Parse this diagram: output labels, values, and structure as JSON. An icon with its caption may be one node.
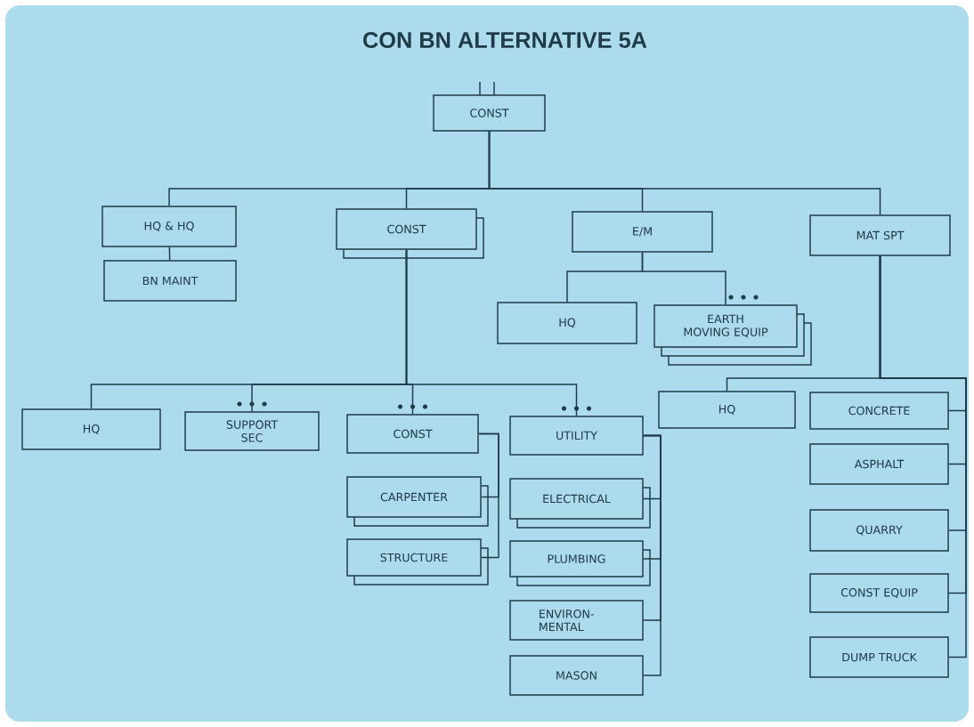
{
  "diagram": {
    "title": "CON BN ALTERNATIVE 5A",
    "nodes": [
      {
        "text": [
          "CONST"
        ]
      },
      {
        "text": [
          "HQ & HQ"
        ]
      },
      {
        "text": [
          "BN MAINT"
        ]
      },
      {
        "text": [
          "CONST"
        ]
      },
      {
        "text": [
          "E/M"
        ]
      },
      {
        "text": [
          "MAT SPT"
        ]
      },
      {
        "text": [
          "HQ"
        ]
      },
      {
        "text": [
          "EARTH MOVING EQUIP"
        ]
      },
      {
        "text": [
          "HQ"
        ]
      },
      {
        "text": [
          "CONCRETE"
        ]
      },
      {
        "text": [
          "ASPHALT"
        ]
      },
      {
        "text": [
          "QUARRY"
        ]
      },
      {
        "text": [
          "CONST EQUIP"
        ]
      },
      {
        "text": [
          "DUMP TRUCK"
        ]
      },
      {
        "text": [
          "HQ"
        ]
      },
      {
        "text": [
          "SUPPORT SEC"
        ]
      },
      {
        "text": [
          "CONST"
        ]
      },
      {
        "text": [
          "CARPENTER"
        ]
      },
      {
        "text": [
          "STRUCTURE"
        ]
      },
      {
        "text": [
          "UTILITY"
        ]
      },
      {
        "text": [
          "ELECTRICAL"
        ]
      },
      {
        "text": [
          "PLUMBING"
        ]
      },
      {
        "text": [
          "ENVIRON-MENTAL"
        ]
      },
      {
        "text": [
          "MASON"
        ]
      }
    ],
    "edges": [
      {
        "from": 0,
        "to": 1,
        "arrow": "none"
      },
      {
        "from": 0,
        "to": 3,
        "arrow": "none"
      },
      {
        "from": 0,
        "to": 4,
        "arrow": "none"
      },
      {
        "from": 0,
        "to": 5,
        "arrow": "none"
      },
      {
        "from": 1,
        "to": 2,
        "arrow": "none"
      },
      {
        "from": 3,
        "to": 14,
        "arrow": "none"
      },
      {
        "from": 3,
        "to": 15,
        "arrow": "none"
      },
      {
        "from": 3,
        "to": 16,
        "arrow": "none"
      },
      {
        "from": 3,
        "to": 19,
        "arrow": "none"
      },
      {
        "from": 4,
        "to": 6,
        "arrow": "none"
      },
      {
        "from": 4,
        "to": 7,
        "arrow": "none"
      },
      {
        "from": 5,
        "to": 8,
        "arrow": "none"
      },
      {
        "from": 5,
        "to": 9,
        "arrow": "none"
      },
      {
        "from": 5,
        "to": 10,
        "arrow": "none"
      },
      {
        "from": 5,
        "to": 11,
        "arrow": "none"
      },
      {
        "from": 5,
        "to": 12,
        "arrow": "none"
      },
      {
        "from": 5,
        "to": 13,
        "arrow": "none"
      },
      {
        "from": 16,
        "to": 17,
        "arrow": "none"
      },
      {
        "from": 16,
        "to": 18,
        "arrow": "none"
      },
      {
        "from": 19,
        "to": 20,
        "arrow": "none"
      },
      {
        "from": 19,
        "to": 21,
        "arrow": "none"
      },
      {
        "from": 19,
        "to": 22,
        "arrow": "none"
      },
      {
        "from": 19,
        "to": 23,
        "arrow": "none"
      }
    ]
  }
}
